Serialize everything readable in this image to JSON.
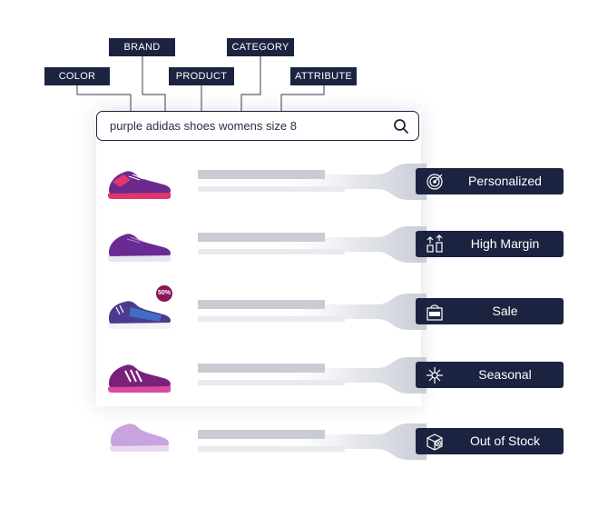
{
  "search": {
    "query": "purple adidas shoes womens size 8"
  },
  "tags": {
    "color": "COLOR",
    "brand": "BRAND",
    "product": "PRODUCT",
    "category": "CATEGORY",
    "attribute": "ATTRIBUTE"
  },
  "results": [
    {
      "label": "Personalized",
      "icon": "target-icon",
      "shoe_color": "#6b2a8c"
    },
    {
      "label": "High Margin",
      "icon": "arrows-up-icon",
      "shoe_color": "#6a2a93"
    },
    {
      "label": "Sale",
      "icon": "sale-bag-icon",
      "shoe_color": "#4b3a8f",
      "badge": "50%"
    },
    {
      "label": "Seasonal",
      "icon": "sparkle-icon",
      "shoe_color": "#7a1f7a"
    },
    {
      "label": "Out of Stock",
      "icon": "box-icon",
      "shoe_color": "#c9a2e0"
    }
  ],
  "colors": {
    "navy": "#1b2340",
    "badge": "#8a1658"
  }
}
